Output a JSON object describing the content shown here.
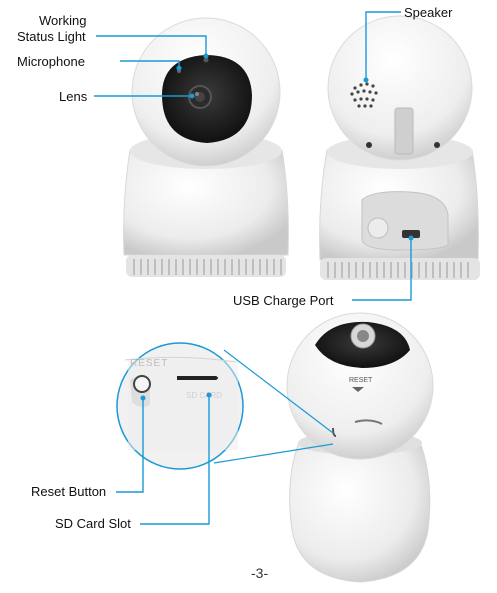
{
  "labels": {
    "working_status_light_line1": "Working",
    "working_status_light_line2": "Status Light",
    "microphone": "Microphone",
    "lens": "Lens",
    "speaker": "Speaker",
    "usb_charge_port": "USB Charge Port",
    "reset_button": "Reset Button",
    "sd_card_slot": "SD Card Slot",
    "zoom_reset_text": "RESET",
    "body_reset_text": "RESET"
  },
  "page_number": "-3-",
  "colors": {
    "callout_line": "#1a9ad6",
    "body_white": "#f2f2f2",
    "lens_black": "#161616"
  }
}
